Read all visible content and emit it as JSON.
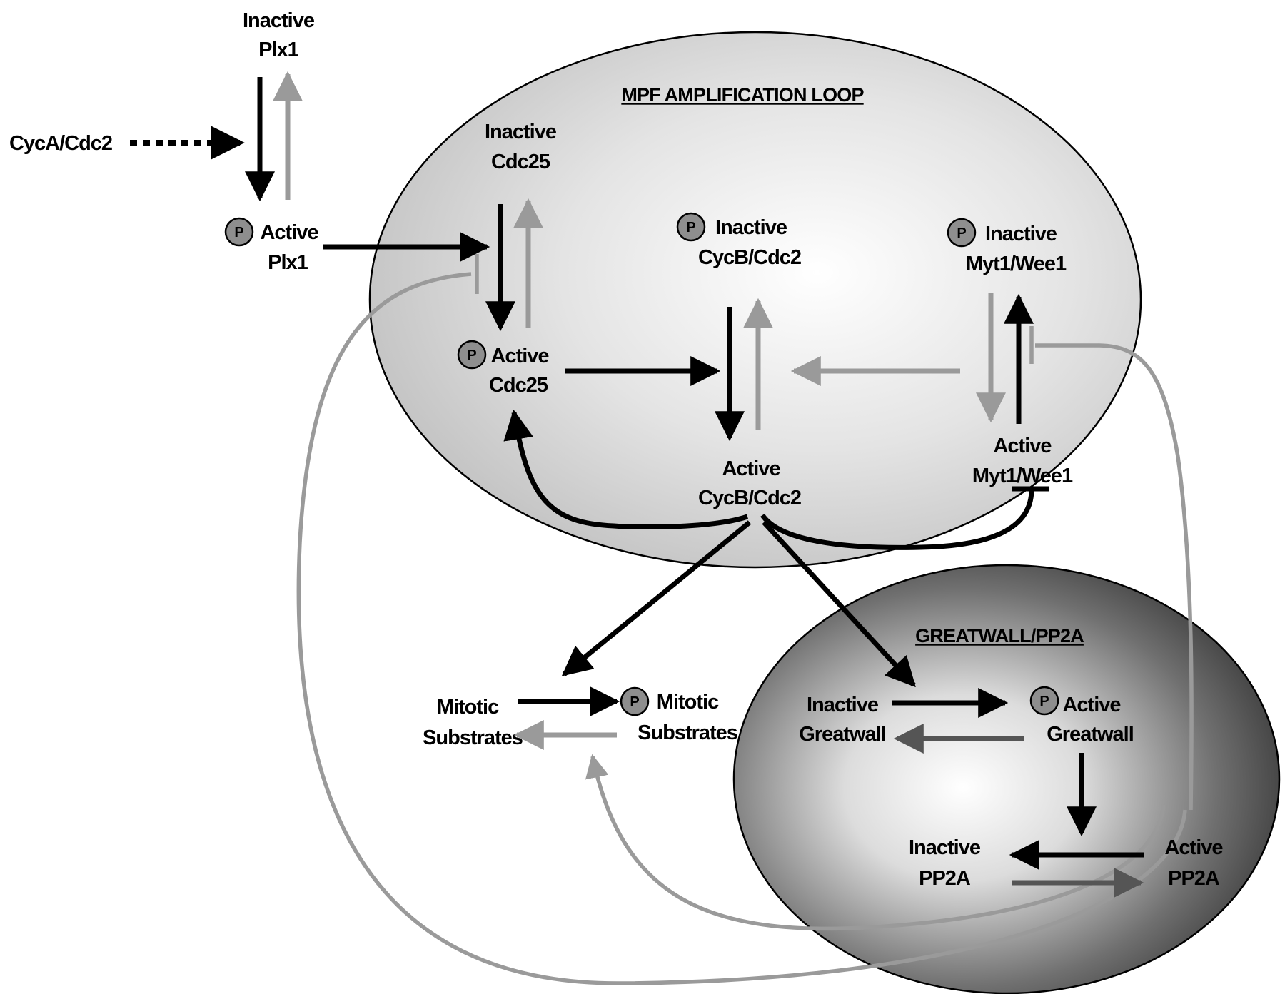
{
  "title": "MPF amplification loop and Greatwall/PP2A regulation",
  "colors": {
    "activation": "#000000",
    "inactivation": "#9a9a9a",
    "pp2a_feedback": "#555555",
    "mpf_ellipse_fill": "#d6d6d6",
    "greatwall_ellipse_fill": "#4a4a4a",
    "phospho_badge": "#8e8e8e"
  },
  "regions": {
    "mpf_loop": {
      "title": "MPF AMPLIFICATION LOOP"
    },
    "greatwall_pp2a": {
      "title": "GREATWALL/PP2A"
    }
  },
  "phospho_badge_label": "P",
  "nodes": {
    "inactive_plx1": {
      "line1": "Inactive",
      "line2": "Plx1",
      "phosphorylated": false
    },
    "active_plx1": {
      "line1": "Active",
      "line2": "Plx1",
      "phosphorylated": true
    },
    "cyca_cdc2": {
      "line1": "CycA/Cdc2",
      "phosphorylated": false
    },
    "inactive_cdc25": {
      "line1": "Inactive",
      "line2": "Cdc25",
      "phosphorylated": false
    },
    "active_cdc25": {
      "line1": "Active",
      "line2": "Cdc25",
      "phosphorylated": true
    },
    "inactive_cycb_cdc2": {
      "line1": "Inactive",
      "line2": "CycB/Cdc2",
      "phosphorylated": true
    },
    "active_cycb_cdc2": {
      "line1": "Active",
      "line2": "CycB/Cdc2",
      "phosphorylated": false
    },
    "inactive_myt1_wee1": {
      "line1": "Inactive",
      "line2": "Myt1/Wee1",
      "phosphorylated": true
    },
    "active_myt1_wee1": {
      "line1": "Active",
      "line2": "Myt1/Wee1",
      "phosphorylated": false
    },
    "mitotic_substrates": {
      "line1": "Mitotic",
      "line2": "Substrates",
      "phosphorylated": false
    },
    "p_mitotic_substrates": {
      "line1": "Mitotic",
      "line2": "Substrates",
      "phosphorylated": true
    },
    "inactive_greatwall": {
      "line1": "Inactive",
      "line2": "Greatwall",
      "phosphorylated": false
    },
    "active_greatwall": {
      "line1": "Active",
      "line2": "Greatwall",
      "phosphorylated": true
    },
    "inactive_pp2a": {
      "line1": "Inactive",
      "line2": "PP2A",
      "phosphorylated": false
    },
    "active_pp2a": {
      "line1": "Active",
      "line2": "PP2A",
      "phosphorylated": false
    }
  },
  "edges": [
    {
      "from": "inactive_plx1",
      "to": "active_plx1",
      "type": "activation",
      "color": "black"
    },
    {
      "from": "active_plx1",
      "to": "inactive_plx1",
      "type": "activation",
      "color": "gray"
    },
    {
      "from": "cyca_cdc2",
      "to": "plx1_activation",
      "type": "activation",
      "style": "dotted",
      "color": "black"
    },
    {
      "from": "active_plx1",
      "to": "cdc25_activation",
      "type": "activation",
      "color": "black"
    },
    {
      "from": "inactive_cdc25",
      "to": "active_cdc25",
      "type": "activation",
      "color": "black"
    },
    {
      "from": "active_cdc25",
      "to": "inactive_cdc25",
      "type": "activation",
      "color": "gray"
    },
    {
      "from": "active_cdc25",
      "to": "cycb_activation",
      "type": "activation",
      "color": "black"
    },
    {
      "from": "inactive_cycb_cdc2",
      "to": "active_cycb_cdc2",
      "type": "activation",
      "color": "black"
    },
    {
      "from": "active_cycb_cdc2",
      "to": "inactive_cycb_cdc2",
      "type": "activation",
      "color": "gray"
    },
    {
      "from": "active_myt1_wee1",
      "to": "cycb_inactivation",
      "type": "activation",
      "color": "gray"
    },
    {
      "from": "inactive_myt1_wee1",
      "to": "active_myt1_wee1",
      "type": "activation",
      "color": "gray"
    },
    {
      "from": "active_myt1_wee1",
      "to": "inactive_myt1_wee1",
      "type": "activation",
      "color": "black"
    },
    {
      "from": "active_cycb_cdc2",
      "to": "active_cdc25",
      "type": "activation",
      "color": "black"
    },
    {
      "from": "active_cycb_cdc2",
      "to": "active_myt1_wee1",
      "type": "inhibition",
      "color": "black"
    },
    {
      "from": "active_cycb_cdc2",
      "to": "mitotic_substrates",
      "type": "activation",
      "color": "black"
    },
    {
      "from": "active_cycb_cdc2",
      "to": "inactive_greatwall",
      "type": "activation",
      "color": "black"
    },
    {
      "from": "mitotic_substrates",
      "to": "p_mitotic_substrates",
      "type": "activation",
      "color": "black"
    },
    {
      "from": "p_mitotic_substrates",
      "to": "mitotic_substrates",
      "type": "activation",
      "color": "gray"
    },
    {
      "from": "inactive_greatwall",
      "to": "active_greatwall",
      "type": "activation",
      "color": "black"
    },
    {
      "from": "active_greatwall",
      "to": "inactive_greatwall",
      "type": "activation",
      "color": "dark-gray"
    },
    {
      "from": "active_greatwall",
      "to": "pp2a_inactivation",
      "type": "activation",
      "color": "black"
    },
    {
      "from": "active_pp2a",
      "to": "inactive_pp2a",
      "type": "activation",
      "color": "black"
    },
    {
      "from": "inactive_pp2a",
      "to": "active_pp2a",
      "type": "activation",
      "color": "dark-gray"
    },
    {
      "from": "active_pp2a",
      "to": "substrate_dephosphorylation",
      "type": "activation",
      "color": "gray"
    },
    {
      "from": "active_pp2a",
      "to": "cdc25_activation",
      "type": "inhibition",
      "color": "gray"
    },
    {
      "from": "active_pp2a",
      "to": "myt1_inactivation",
      "type": "inhibition",
      "color": "gray"
    }
  ]
}
